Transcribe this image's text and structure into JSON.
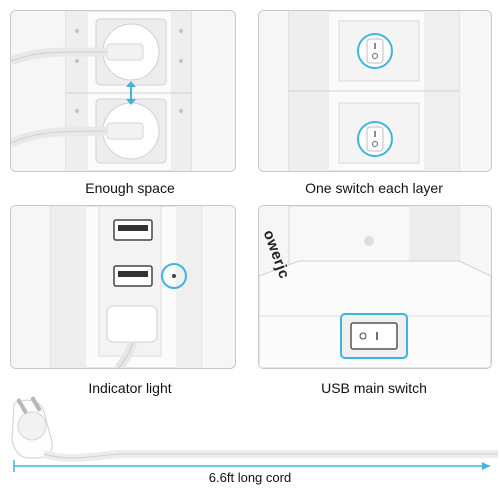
{
  "panels": [
    {
      "caption": "Enough space"
    },
    {
      "caption": "One switch each layer"
    },
    {
      "caption": "Indicator light"
    },
    {
      "caption": "USB main switch"
    }
  ],
  "brand_text": "owerjc",
  "cord_caption": "6.6ft long cord",
  "colors": {
    "accent": "#3fb5de",
    "plastic": "#f7f7f7",
    "shadow": "#d4d4d4"
  }
}
